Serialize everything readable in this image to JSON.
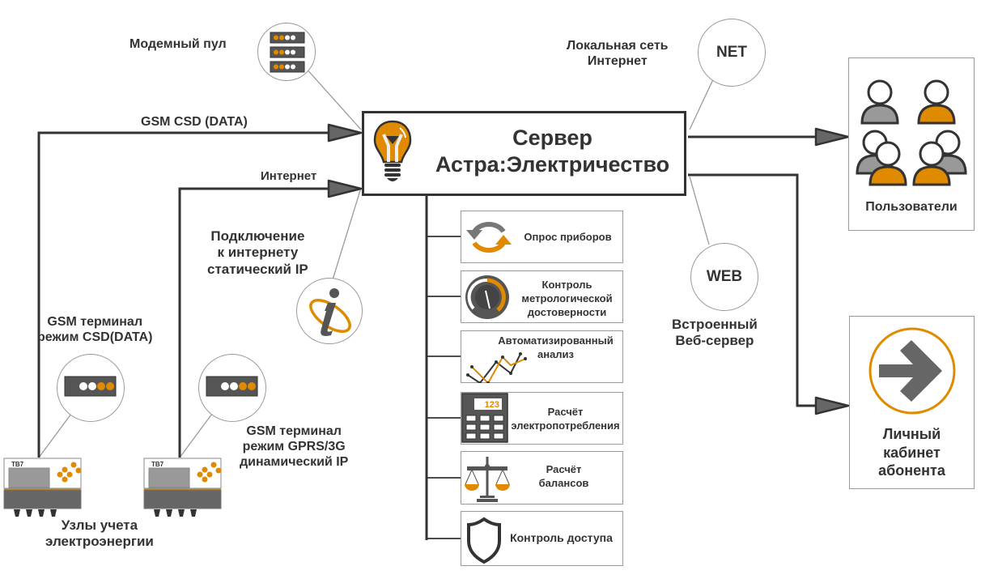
{
  "server": {
    "title_line1": "Сервер",
    "title_line2": "Астра:Электричество",
    "icon": "lightbulb-icon"
  },
  "links": {
    "gsm_csd": "GSM CSD (DATA)",
    "internet": "Интернет"
  },
  "modem_pool": {
    "label": "Модемный пул",
    "icon": "modem-rack-icon"
  },
  "net": {
    "badge": "NET",
    "label_line1": "Локальная сеть",
    "label_line2": "Интернет"
  },
  "web": {
    "badge": "WEB",
    "label_line1": "Встроенный",
    "label_line2": "Веб-сервер"
  },
  "static_ip": {
    "label_line1": "Подключение",
    "label_line2": "к интернету",
    "label_line3": "статический IP",
    "icon": "info-icon"
  },
  "gsm_terminal_csd": {
    "label_line1": "GSM терминал",
    "label_line2": "режим CSD(DATA)",
    "icon": "gsm-terminal-icon"
  },
  "gsm_terminal_gprs": {
    "label_line1": "GSM терминал",
    "label_line2": "режим GPRS/3G",
    "label_line3": "динамический IP",
    "icon": "gsm-terminal-icon"
  },
  "meters": {
    "label_line1": "Узлы учета",
    "label_line2": "электроэнергии",
    "device_tag": "ТВ7",
    "icon": "energy-meter-icon"
  },
  "functions": [
    {
      "line1": "Опрос приборов",
      "line2": "",
      "line3": "",
      "icon": "refresh-cycle-icon"
    },
    {
      "line1": "Контроль",
      "line2": "метрологической",
      "line3": "достоверности",
      "icon": "gauge-icon"
    },
    {
      "line1": "Автоматизированный",
      "line2": "анализ",
      "line3": "",
      "icon": "line-chart-icon"
    },
    {
      "line1": "Расчёт",
      "line2": "электропотребления",
      "line3": "",
      "icon": "calculator-icon",
      "display": "123"
    },
    {
      "line1": "Расчёт",
      "line2": "балансов",
      "line3": "",
      "icon": "scales-icon"
    },
    {
      "line1": "Контроль доступа",
      "line2": "",
      "line3": "",
      "icon": "shield-icon"
    }
  ],
  "users": {
    "label": "Пользователи",
    "icon": "users-group-icon"
  },
  "cabinet": {
    "line1": "Личный",
    "line2": "кабинет",
    "line3": "абонента",
    "icon": "arrow-right-circle-icon"
  },
  "colors": {
    "accent": "#e08a00",
    "dark": "#333333",
    "gray": "#999999",
    "device": "#666666"
  }
}
